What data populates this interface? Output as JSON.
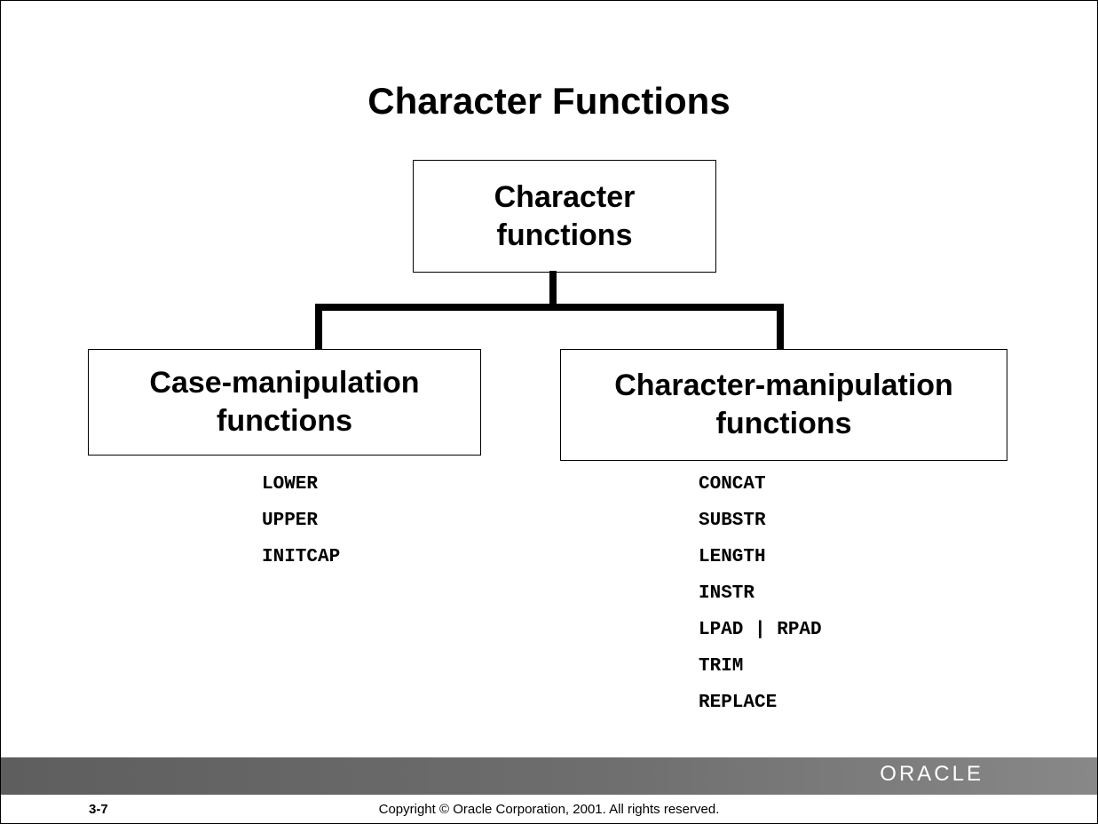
{
  "slide": {
    "title": "Character Functions",
    "root_box": {
      "line1": "Character",
      "line2": "functions"
    },
    "left_box": {
      "line1": "Case-manipulation",
      "line2": "functions"
    },
    "right_box": {
      "line1": "Character-manipulation",
      "line2": "functions"
    },
    "case_functions": [
      "LOWER",
      "UPPER",
      "INITCAP"
    ],
    "character_functions": [
      "CONCAT",
      "SUBSTR",
      "LENGTH",
      "INSTR",
      "LPAD | RPAD",
      "TRIM",
      "REPLACE"
    ]
  },
  "footer": {
    "logo": "ORACLE",
    "slide_number": "3-7",
    "copyright": "Copyright © Oracle Corporation, 2001. All rights reserved.",
    "bar_color": "#6e6e6e"
  }
}
